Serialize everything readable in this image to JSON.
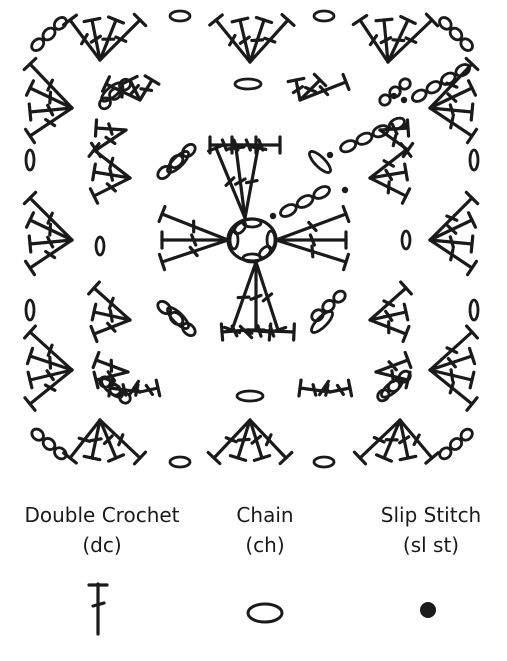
{
  "diagram": {
    "title": "",
    "stitch_color": "#1a1a1a",
    "background": "#ffffff"
  },
  "legend": [
    {
      "name": "Double Crochet",
      "abbr": "(dc)",
      "symbol": "double-crochet-symbol"
    },
    {
      "name": "Chain",
      "abbr": "(ch)",
      "symbol": "chain-oval-symbol"
    },
    {
      "name": "Slip Stitch",
      "abbr": "(sl st)",
      "symbol": "slip-stitch-dot-symbol"
    }
  ]
}
